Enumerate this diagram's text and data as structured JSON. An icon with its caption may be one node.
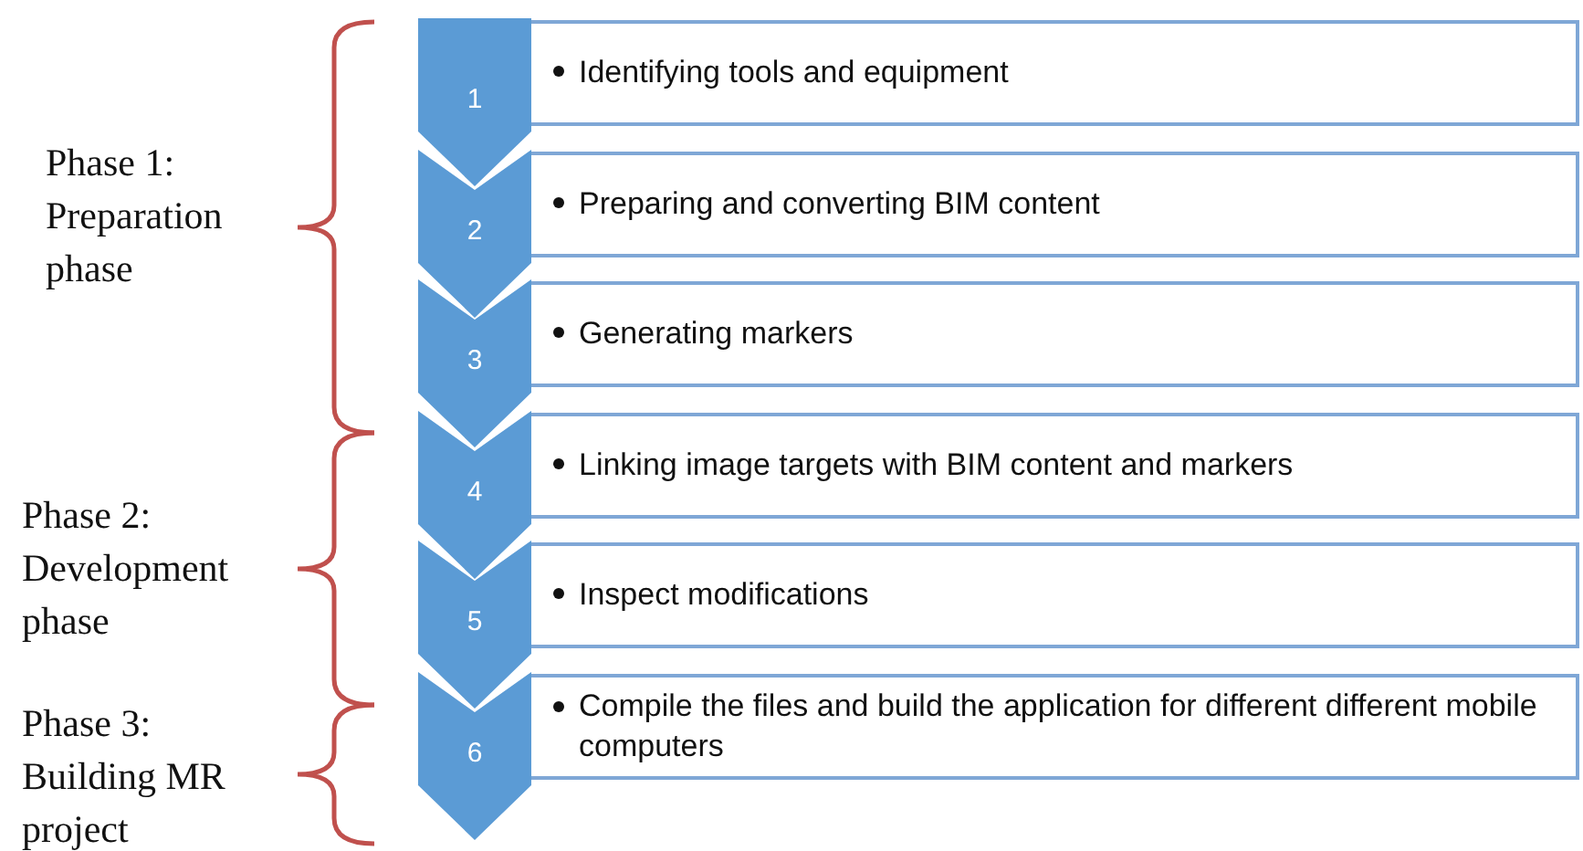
{
  "diagram": {
    "nodes": [
      {
        "text": [
          "1"
        ]
      },
      {
        "text": [
          "Identifying tools and equipment"
        ]
      },
      {
        "text": [
          "2"
        ]
      },
      {
        "text": [
          "Preparing and converting BIM content"
        ]
      },
      {
        "text": [
          "3"
        ]
      },
      {
        "text": [
          "Generating markers"
        ]
      },
      {
        "text": [
          "4"
        ]
      },
      {
        "text": [
          "Linking image targets with BIM content and markers"
        ]
      },
      {
        "text": [
          "5"
        ]
      },
      {
        "text": [
          "Inspect modifications"
        ]
      },
      {
        "text": [
          "6"
        ]
      },
      {
        "text": [
          "Compile the files and build the application for different different mobile computers"
        ]
      }
    ],
    "labels": [
      "Phase 1: Preparation phase",
      "Phase 2: Development phase",
      "Phase 3: Building MR project"
    ]
  }
}
